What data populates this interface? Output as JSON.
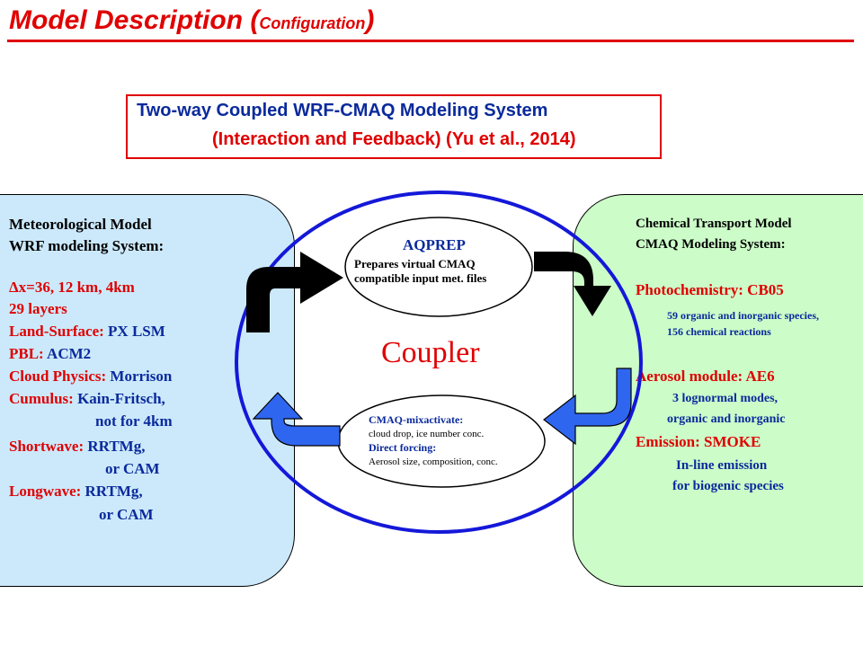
{
  "slide_title": {
    "main": "Model Description (",
    "small": "Configuration",
    "close": ")"
  },
  "header": {
    "line1": "Two-way Coupled WRF-CMAQ Modeling System",
    "line2": "(Interaction and Feedback) (Yu et al., 2014)"
  },
  "left_panel": {
    "title1": "Meteorological Model",
    "title2": "WRF modeling System:",
    "items": [
      {
        "prefix": "",
        "value": "Δx=36, 12 km, 4km"
      },
      {
        "prefix": "",
        "value": "29 layers"
      },
      {
        "prefix": "Land-Surface: ",
        "value": "PX LSM"
      },
      {
        "prefix": "PBL: ",
        "value": "ACM2"
      },
      {
        "prefix": "Cloud Physics: ",
        "value": "Morrison"
      },
      {
        "prefix": "Cumulus: ",
        "value": "Kain-Fritsch,"
      },
      {
        "prefix": "",
        "value": "not for 4km"
      },
      {
        "prefix": "Shortwave: ",
        "value": "RRTMg,"
      },
      {
        "prefix": "",
        "value": "or CAM"
      },
      {
        "prefix": "Longwave: ",
        "value": "RRTMg,"
      },
      {
        "prefix": "",
        "value": "or CAM"
      }
    ]
  },
  "right_panel": {
    "title1": "Chemical Transport Model",
    "title2": "CMAQ Modeling System:",
    "photo_label": "Photochemistry: ",
    "photo_value": "CB05",
    "photo_detail1": "59 organic and inorganic species,",
    "photo_detail2": "156 chemical reactions",
    "aero_label": "Aerosol module: ",
    "aero_value": "AE6",
    "aero_detail1": "3 lognormal modes,",
    "aero_detail2": "organic and inorganic",
    "emis_label": "Emission: ",
    "emis_value": "SMOKE",
    "emis_detail1": "In-line emission",
    "emis_detail2": "for biogenic species"
  },
  "coupler": {
    "label": "Coupler",
    "aqprep_title": "AQPREP",
    "aqprep_desc1": "Prepares virtual CMAQ",
    "aqprep_desc2": "compatible input met. files",
    "mix_title": "CMAQ-mixactivate:",
    "mix_desc": "cloud drop, ice number conc.",
    "direct_title": "Direct forcing:",
    "direct_desc": "Aerosol size, composition, conc."
  },
  "colors": {
    "red": "#e00000",
    "blue": "#0a2a9c",
    "ring": "#1418d8",
    "left_fill": "#cce9fb",
    "right_fill": "#ccfcc8",
    "arrow_blue": "#2f66f0"
  },
  "icons": {
    "top_left_arrow": "black-curved-arrow-icon",
    "top_right_arrow": "black-curved-arrow-icon",
    "bottom_right_arrow": "blue-curved-arrow-icon",
    "bottom_left_arrow": "blue-curved-arrow-icon"
  }
}
